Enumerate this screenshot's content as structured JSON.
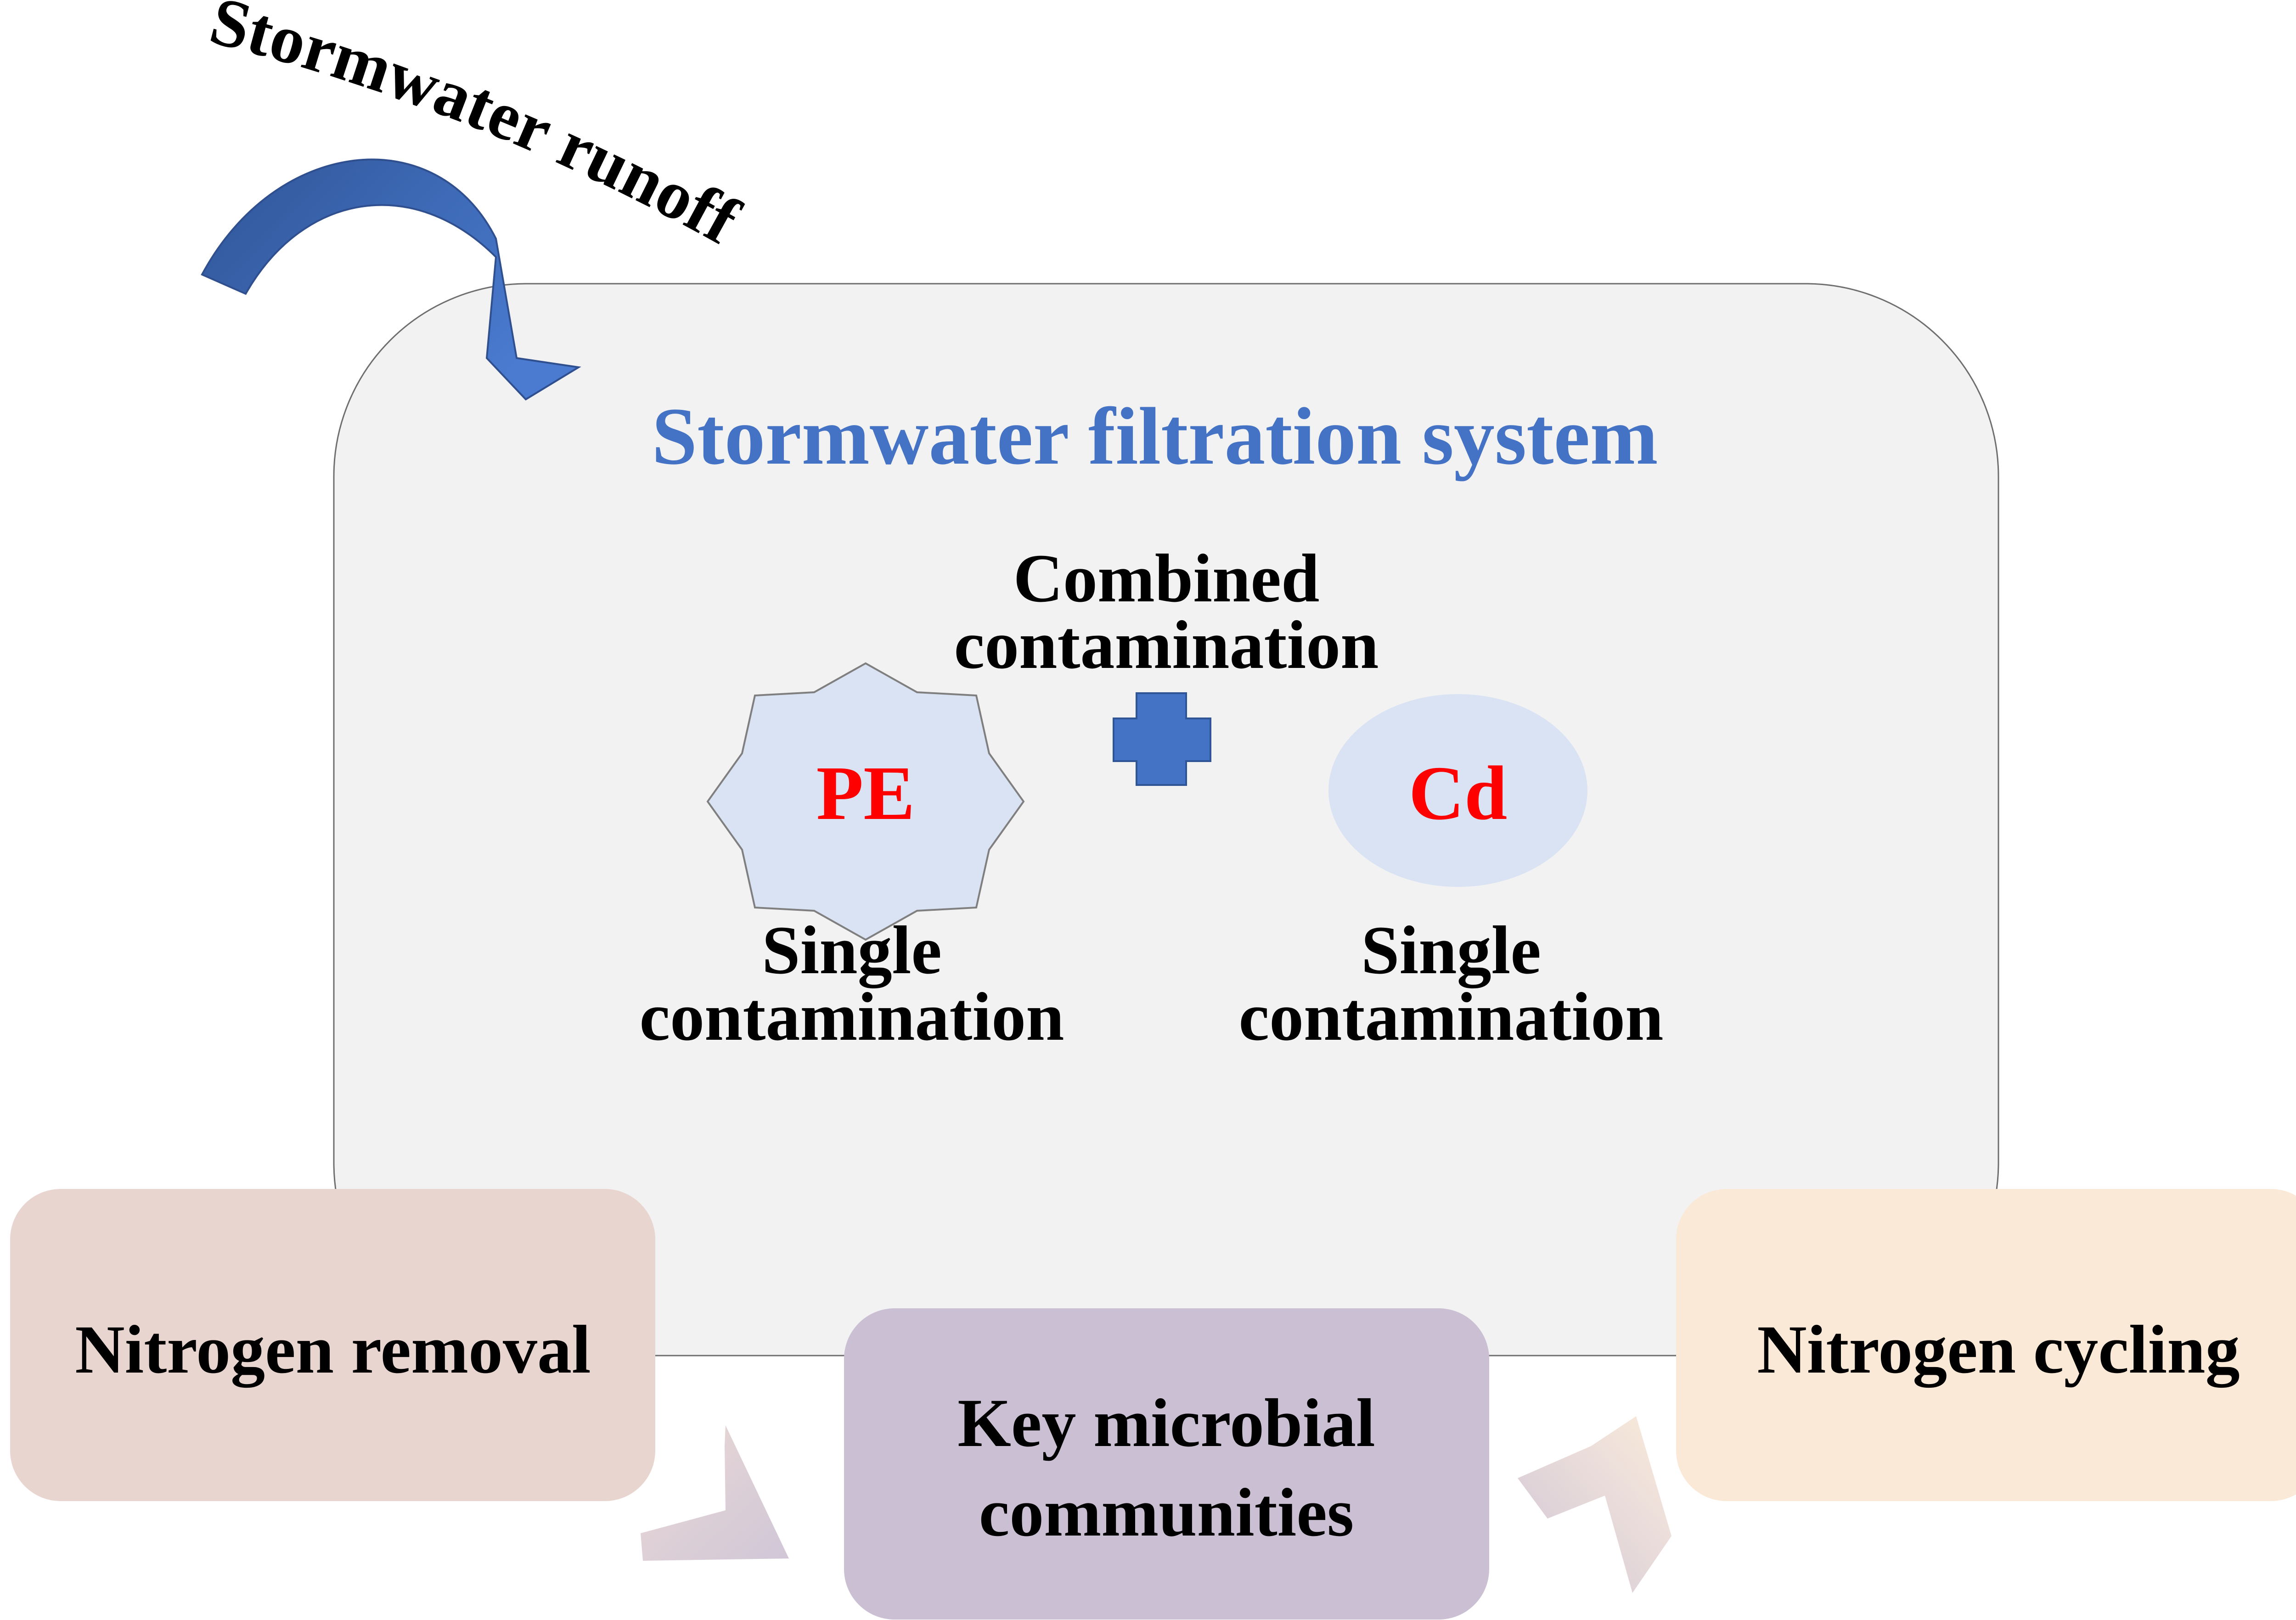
{
  "runoff": {
    "label": "Stormwater runoff"
  },
  "system": {
    "title": "Stormwater filtration system",
    "combined_line1": "Combined",
    "combined_line2": "contamination"
  },
  "pe": {
    "label": "PE",
    "caption_line1": "Single",
    "caption_line2": "contamination"
  },
  "cd": {
    "label": "Cd",
    "caption_line1": "Single",
    "caption_line2": "contamination"
  },
  "boxes": {
    "removal": "Nitrogen removal",
    "microbial_line1": "Key microbial",
    "microbial_line2": "communities",
    "cycling": "Nitrogen cycling"
  },
  "colors": {
    "title_blue": "#4472C4",
    "label_red": "#FF0000",
    "panel_fill": "#F2F2F2",
    "shape_fill": "#DAE3F3",
    "plus_blue": "#4472C4",
    "removal_fill": "#E8D5CF",
    "microbial_fill": "#CBC0D3",
    "cycling_fill": "#FBE9D7"
  },
  "icons": {
    "runoff_arrow": "curved-arrow-icon",
    "plus": "plus-icon",
    "pe_shape": "star-burst-icon",
    "cd_shape": "ellipse-icon",
    "flow_arrows": "chevron-arrow-icon"
  }
}
